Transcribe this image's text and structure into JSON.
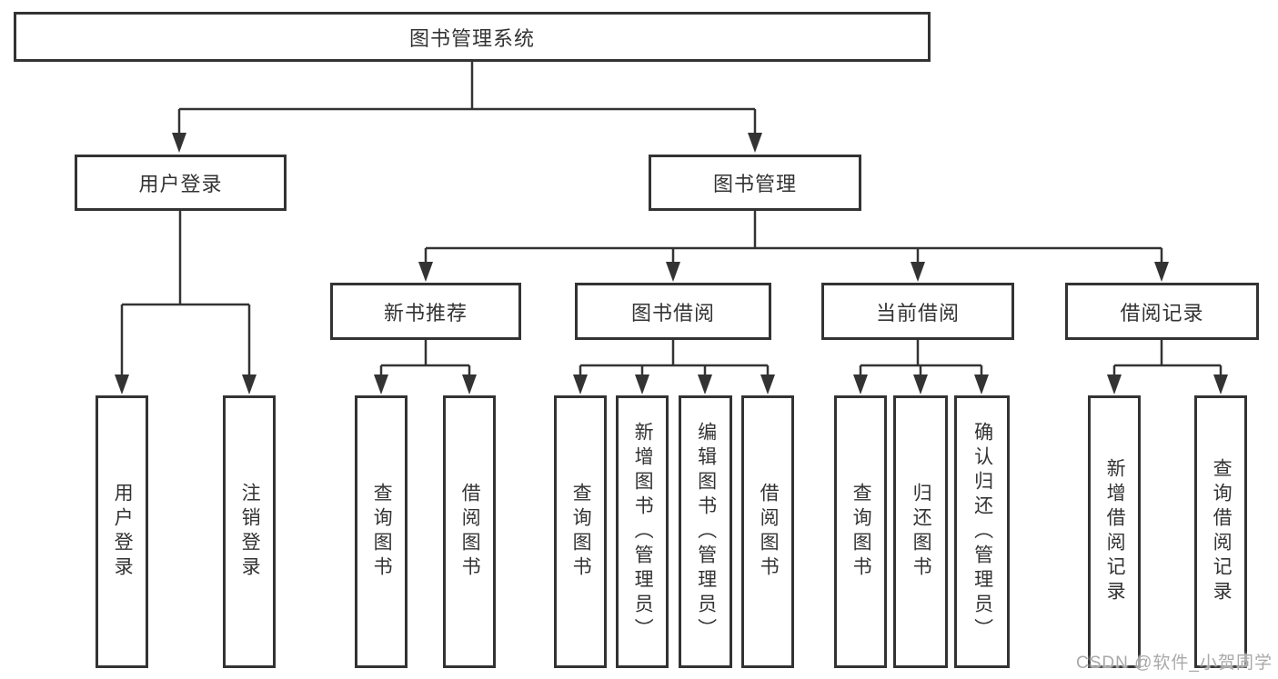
{
  "root": {
    "label": "图书管理系统"
  },
  "level2": [
    {
      "label": "用户登录"
    },
    {
      "label": "图书管理"
    }
  ],
  "level3": [
    {
      "label": "新书推荐"
    },
    {
      "label": "图书借阅"
    },
    {
      "label": "当前借阅"
    },
    {
      "label": "借阅记录"
    }
  ],
  "leaves": {
    "user_login": [
      {
        "label": "用户登录"
      },
      {
        "label": "注销登录"
      }
    ],
    "new_book_recommend": [
      {
        "label": "查询图书"
      },
      {
        "label": "借阅图书"
      }
    ],
    "book_borrow": [
      {
        "label": "查询图书"
      },
      {
        "label": "新增图书（管理员）"
      },
      {
        "label": "编辑图书（管理员）"
      },
      {
        "label": "借阅图书"
      }
    ],
    "current_borrow": [
      {
        "label": "查询图书"
      },
      {
        "label": "归还图书"
      },
      {
        "label": "确认归还（管理员）"
      }
    ],
    "borrow_records": [
      {
        "label": "新增借阅记录"
      },
      {
        "label": "查询借阅记录"
      }
    ]
  },
  "watermark": "CSDN @软件_小贺同学",
  "colors": {
    "line": "#333333",
    "background": "#ffffff",
    "watermark": "#a9a9a9"
  }
}
